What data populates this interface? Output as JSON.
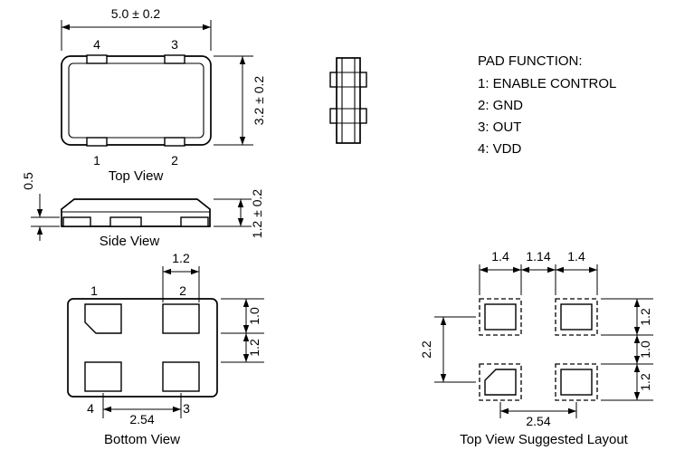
{
  "page": {
    "background": "#ffffff",
    "line_color": "#000000"
  },
  "top_view": {
    "label": "Top View",
    "dim_width": "5.0 ± 0.2",
    "dim_height": "3.2 ± 0.2",
    "pins": {
      "top_left": "4",
      "top_right": "3",
      "bottom_left": "1",
      "bottom_right": "2"
    }
  },
  "side_view": {
    "label": "Side View",
    "dim_pad_thickness": "0.5",
    "dim_height": "1.2 ± 0.2"
  },
  "pad_function": {
    "title": "PAD FUNCTION:",
    "items": [
      "1: ENABLE CONTROL",
      "2: GND",
      "3: OUT",
      "4: VDD"
    ]
  },
  "bottom_view": {
    "label": "Bottom View",
    "dim_pad_width": "1.2",
    "dim_edge_to_pad": "1.0",
    "dim_pad_gap": "1.2",
    "dim_pitch": "2.54",
    "pins": {
      "top_left": "1",
      "top_right": "2",
      "bottom_left": "4",
      "bottom_right": "3"
    }
  },
  "suggested_layout": {
    "label": "Top View Suggested Layout",
    "dim_pad_width_left": "1.4",
    "dim_gap": "1.14",
    "dim_pad_width_right": "1.4",
    "dim_vertical_pitch": "2.2",
    "dim_right_top": "1.2",
    "dim_right_middle": "1.0",
    "dim_right_bottom": "1.2",
    "dim_pitch": "2.54"
  }
}
